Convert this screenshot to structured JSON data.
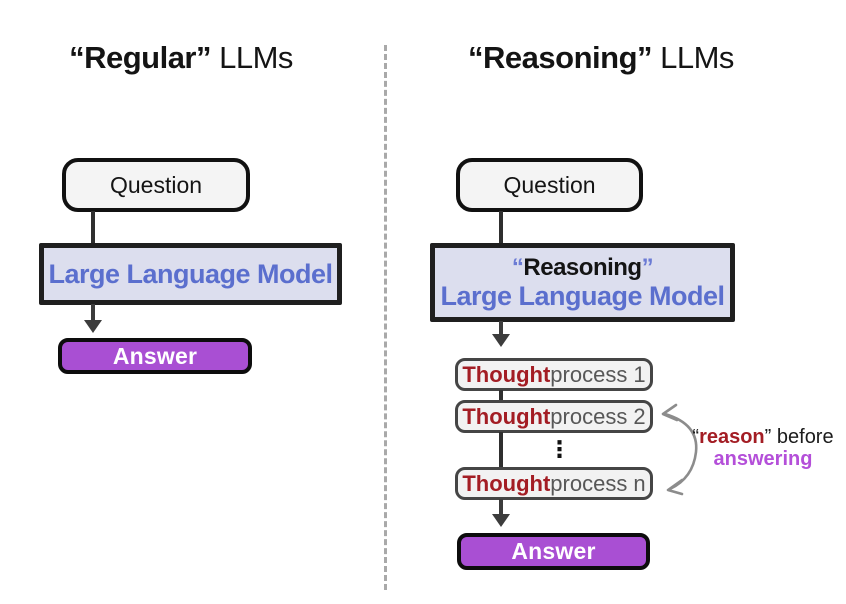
{
  "left": {
    "title_quoted": "“Regular”",
    "title_rest": " LLMs",
    "question_label": "Question",
    "model_label": "Large Language Model",
    "answer_label": "Answer"
  },
  "right": {
    "title_quoted": "“Reasoning”",
    "title_rest": " LLMs",
    "question_label": "Question",
    "model_line1_open_quote": "“",
    "model_line1_word": "Reasoning",
    "model_line1_close_quote": "”",
    "model_line2": "Large Language Model",
    "thoughts": [
      {
        "bold": "Thought",
        "rest": " process 1"
      },
      {
        "bold": "Thought",
        "rest": " process 2"
      },
      {
        "bold": "Thought",
        "rest": " process n"
      }
    ],
    "ellipsis": "⋮",
    "answer_label": "Answer",
    "annotation": {
      "open_quote": "“",
      "reason_word": "reason",
      "close_quote": "”",
      "before_word": " before",
      "answering_word": "answering"
    }
  },
  "colors": {
    "model_box_fill": "#dcdeee",
    "model_text_blue": "#5b6fce",
    "answer_fill": "#a94fd3",
    "thought_red": "#a31d24",
    "annotation_purple": "#b44fd9",
    "box_border_black": "#111111",
    "arrow_gray": "#3c3c3c",
    "curve_gray": "#8c8c8c",
    "divider_gray": "#a9a9a9"
  }
}
